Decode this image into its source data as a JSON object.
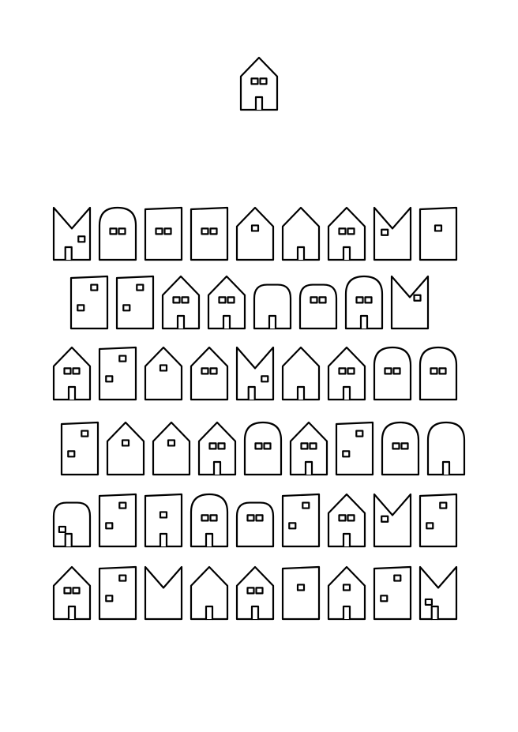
{
  "artwork": {
    "stroke_color": "#000000",
    "background_color": "#ffffff",
    "top_house": {
      "shape": "peak",
      "windows": 2,
      "window_layout": "pair",
      "door": true
    },
    "rows": [
      {
        "houses": [
          {
            "shape": "notch",
            "windows": 1,
            "window_layout": "right-low",
            "door": true
          },
          {
            "shape": "arch",
            "windows": 2,
            "window_layout": "pair",
            "door": false
          },
          {
            "shape": "flat",
            "windows": 2,
            "window_layout": "pair",
            "door": false
          },
          {
            "shape": "flat",
            "windows": 2,
            "window_layout": "pair",
            "door": false
          },
          {
            "shape": "peak",
            "windows": 1,
            "window_layout": "single",
            "door": false
          },
          {
            "shape": "peak",
            "windows": 0,
            "window_layout": "none",
            "door": true
          },
          {
            "shape": "peak",
            "windows": 2,
            "window_layout": "pair",
            "door": true
          },
          {
            "shape": "notch",
            "windows": 1,
            "window_layout": "left",
            "door": false
          },
          {
            "shape": "flat",
            "windows": 1,
            "window_layout": "single",
            "door": false
          }
        ]
      },
      {
        "houses": [
          {
            "shape": "flat",
            "windows": 2,
            "window_layout": "stagger",
            "door": false
          },
          {
            "shape": "flat",
            "windows": 2,
            "window_layout": "stagger",
            "door": false
          },
          {
            "shape": "peak",
            "windows": 2,
            "window_layout": "pair",
            "door": true
          },
          {
            "shape": "peak",
            "windows": 2,
            "window_layout": "pair",
            "door": true
          },
          {
            "shape": "round",
            "windows": 0,
            "window_layout": "none",
            "door": true
          },
          {
            "shape": "round",
            "windows": 2,
            "window_layout": "pair",
            "door": false
          },
          {
            "shape": "arch",
            "windows": 2,
            "window_layout": "pair",
            "door": true
          },
          {
            "shape": "notch",
            "windows": 1,
            "window_layout": "right",
            "door": false
          }
        ]
      },
      {
        "houses": [
          {
            "shape": "peak",
            "windows": 2,
            "window_layout": "pair",
            "door": true
          },
          {
            "shape": "flat",
            "windows": 2,
            "window_layout": "stagger",
            "door": false
          },
          {
            "shape": "peak",
            "windows": 1,
            "window_layout": "single",
            "door": false
          },
          {
            "shape": "peak",
            "windows": 2,
            "window_layout": "pair",
            "door": false
          },
          {
            "shape": "notch",
            "windows": 1,
            "window_layout": "right-low",
            "door": true
          },
          {
            "shape": "peak",
            "windows": 0,
            "window_layout": "none",
            "door": true
          },
          {
            "shape": "peak",
            "windows": 2,
            "window_layout": "pair",
            "door": true
          },
          {
            "shape": "arch",
            "windows": 2,
            "window_layout": "pair",
            "door": false
          },
          {
            "shape": "arch",
            "windows": 2,
            "window_layout": "pair",
            "door": false
          }
        ]
      },
      {
        "houses": [
          {
            "shape": "flat",
            "windows": 2,
            "window_layout": "stagger",
            "door": false
          },
          {
            "shape": "peak",
            "windows": 1,
            "window_layout": "single",
            "door": false
          },
          {
            "shape": "peak",
            "windows": 1,
            "window_layout": "single",
            "door": false
          },
          {
            "shape": "peak",
            "windows": 2,
            "window_layout": "pair",
            "door": true
          },
          {
            "shape": "arch",
            "windows": 2,
            "window_layout": "pair",
            "door": false
          },
          {
            "shape": "peak",
            "windows": 2,
            "window_layout": "pair",
            "door": true
          },
          {
            "shape": "flat",
            "windows": 2,
            "window_layout": "stagger",
            "door": false
          },
          {
            "shape": "arch",
            "windows": 2,
            "window_layout": "pair",
            "door": false
          },
          {
            "shape": "arch",
            "windows": 0,
            "window_layout": "none",
            "door": true
          }
        ]
      },
      {
        "houses": [
          {
            "shape": "round",
            "windows": 1,
            "window_layout": "left-low",
            "door": true
          },
          {
            "shape": "flat",
            "windows": 2,
            "window_layout": "stagger",
            "door": false
          },
          {
            "shape": "flat",
            "windows": 1,
            "window_layout": "single",
            "door": true
          },
          {
            "shape": "arch",
            "windows": 2,
            "window_layout": "pair",
            "door": true
          },
          {
            "shape": "round",
            "windows": 2,
            "window_layout": "pair",
            "door": false
          },
          {
            "shape": "flat",
            "windows": 2,
            "window_layout": "stagger",
            "door": false
          },
          {
            "shape": "peak",
            "windows": 2,
            "window_layout": "pair",
            "door": true
          },
          {
            "shape": "notch",
            "windows": 1,
            "window_layout": "left",
            "door": false
          },
          {
            "shape": "flat",
            "windows": 2,
            "window_layout": "stagger",
            "door": false
          }
        ]
      },
      {
        "houses": [
          {
            "shape": "peak",
            "windows": 2,
            "window_layout": "pair",
            "door": true
          },
          {
            "shape": "flat",
            "windows": 2,
            "window_layout": "stagger",
            "door": false
          },
          {
            "shape": "notch",
            "windows": 0,
            "window_layout": "none",
            "door": false
          },
          {
            "shape": "peak",
            "windows": 0,
            "window_layout": "none",
            "door": true
          },
          {
            "shape": "peak",
            "windows": 2,
            "window_layout": "pair",
            "door": true
          },
          {
            "shape": "flat",
            "windows": 1,
            "window_layout": "single",
            "door": false
          },
          {
            "shape": "peak",
            "windows": 1,
            "window_layout": "single",
            "door": true
          },
          {
            "shape": "flat",
            "windows": 2,
            "window_layout": "stagger",
            "door": false
          },
          {
            "shape": "notch",
            "windows": 1,
            "window_layout": "left-low",
            "door": true
          }
        ]
      }
    ]
  }
}
